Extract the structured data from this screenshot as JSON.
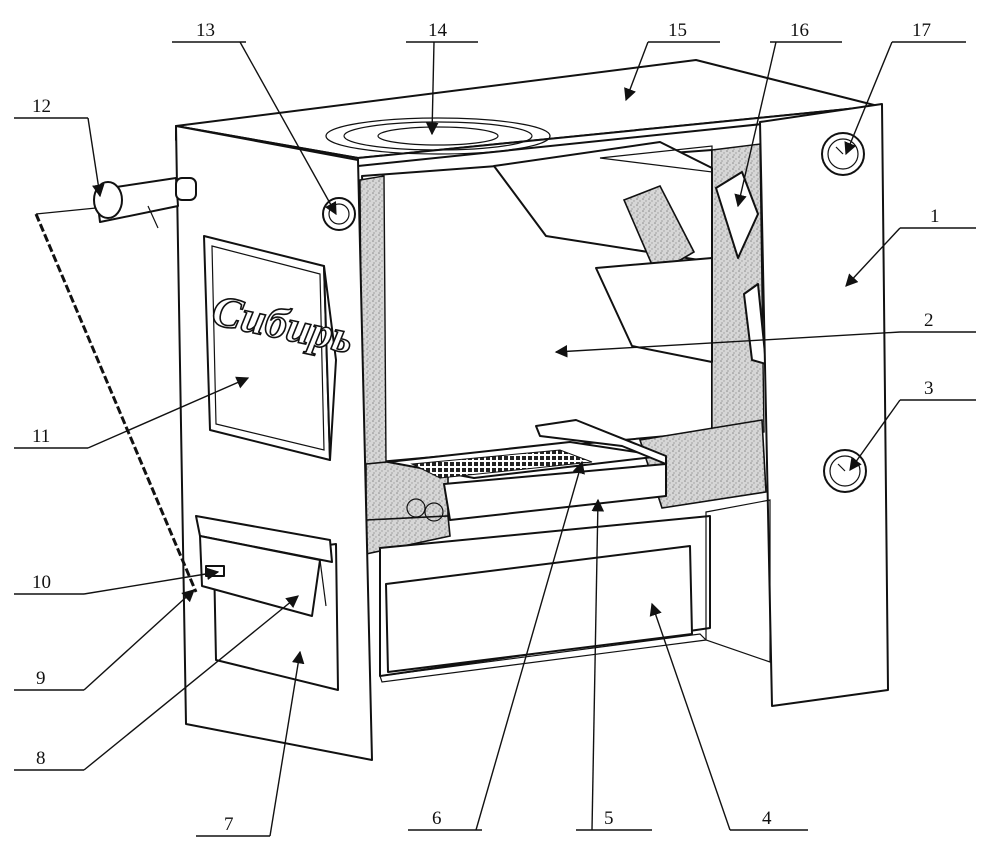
{
  "brand": {
    "text": "Сибирь"
  },
  "callouts": [
    {
      "id": "1",
      "label": "1"
    },
    {
      "id": "2",
      "label": "2"
    },
    {
      "id": "3",
      "label": "3"
    },
    {
      "id": "4",
      "label": "4"
    },
    {
      "id": "5",
      "label": "5"
    },
    {
      "id": "6",
      "label": "6"
    },
    {
      "id": "7",
      "label": "7"
    },
    {
      "id": "8",
      "label": "8"
    },
    {
      "id": "9",
      "label": "9"
    },
    {
      "id": "10",
      "label": "10"
    },
    {
      "id": "11",
      "label": "11"
    },
    {
      "id": "12",
      "label": "12"
    },
    {
      "id": "13",
      "label": "13"
    },
    {
      "id": "14",
      "label": "14"
    },
    {
      "id": "15",
      "label": "15"
    },
    {
      "id": "16",
      "label": "16"
    },
    {
      "id": "17",
      "label": "17"
    }
  ]
}
